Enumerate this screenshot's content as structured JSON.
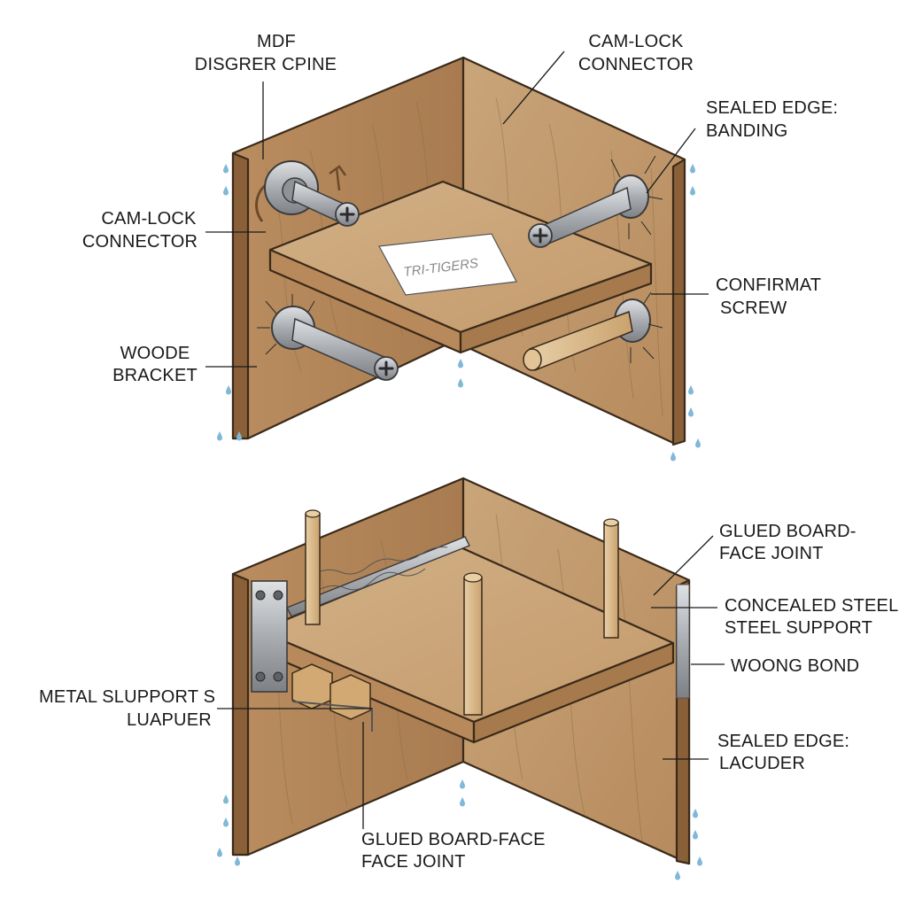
{
  "diagram": {
    "top": {
      "labels": {
        "mdf_line1": "MDF",
        "mdf_line2": "DISGRER CPINE",
        "camlock_top_line1": "CAM-LOCK",
        "camlock_top_line2": "CONNECTOR",
        "sealed_banding_line1": "SEALED EDGE:",
        "sealed_banding_line2": "BANDING",
        "camlock_left_line1": "CAM-LOCK",
        "camlock_left_line2": "CONNECTOR",
        "confirmat_line1": "CONFIRMAT",
        "confirmat_line2": "SCREW",
        "wood_bracket_line1": "WOODE",
        "wood_bracket_line2": "BRACKET"
      },
      "card_text": "TRI-TIGERS"
    },
    "bottom": {
      "labels": {
        "glued_right_line1": "GLUED BOARD-",
        "glued_right_line2": "FACE JOINT",
        "concealed_line1": "CONCEALED STEEL",
        "concealed_line2": "STEEL SUPPORT",
        "woong_bond": "WOONG BOND",
        "metal_line1": "METAL SLUPPORT S",
        "metal_line2": "LUAPUER",
        "sealed_lacuder_line1": "SEALED EDGE:",
        "sealed_lacuder_line2": "LACUDER",
        "glued_bottom_line1": "GLUED BOARD-FACE",
        "glued_bottom_line2": "FACE JOINT"
      }
    }
  },
  "colors": {
    "wood_light": "#c9a57a",
    "wood_mid": "#b88c5e",
    "wood_dark": "#9c7148",
    "wood_edge": "#8a6038",
    "metal": "#b9bcc0",
    "metal_dark": "#7d8186",
    "dowel": "#d9b98a",
    "water": "#7fb8d8",
    "outline": "#3b2a1a",
    "text": "#1a1a1a"
  },
  "icons": [
    "phillips-screw-icon",
    "water-drop-icon",
    "rotation-arrow-icon"
  ]
}
